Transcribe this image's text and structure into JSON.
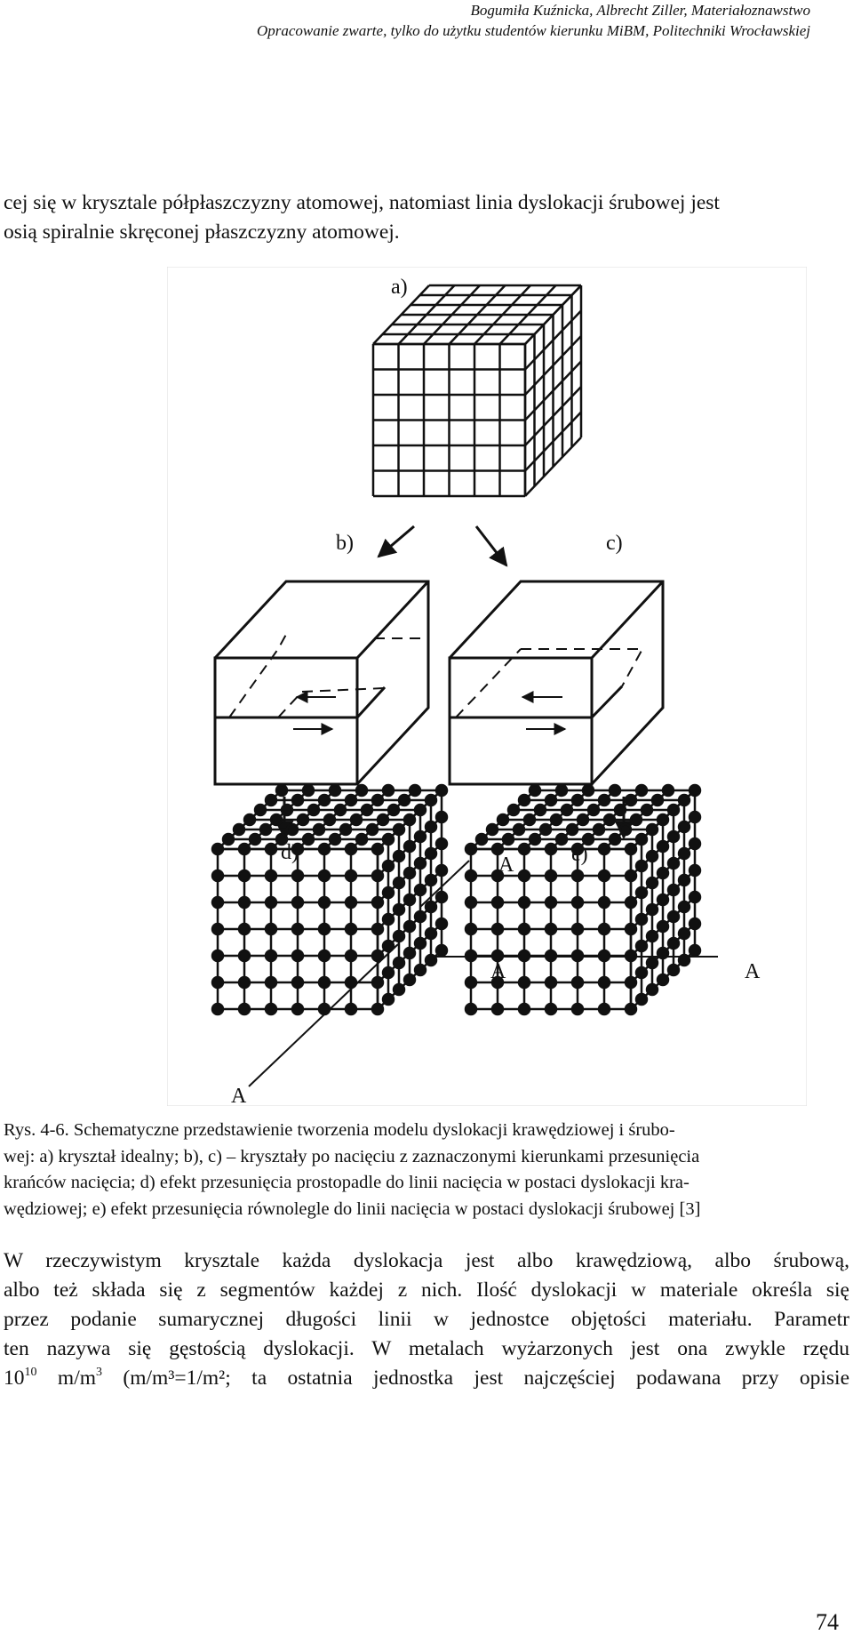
{
  "header": {
    "line1": "Bogumiła Kuźnicka, Albrecht Ziller, Materiałoznawstwo",
    "line2": "Opracowanie zwarte, tylko do użytku studentów kierunku MiBM, Politechniki Wrocławskiej"
  },
  "para1": {
    "line1": "cej się w krysztale półpłaszczyzny atomowej, natomiast linia dyslokacji śrubowej jest",
    "line2": "osią spiralnie skręconej płaszczyzny atomowej."
  },
  "figure": {
    "label_a": "a)",
    "label_b": "b)",
    "label_c": "c)",
    "label_d": "d)",
    "label_e": "e)",
    "label_A1": "A",
    "label_A2": "A",
    "label_A3": "A",
    "label_A4": "A"
  },
  "caption": {
    "line1": "Rys. 4-6. Schematyczne przedstawienie tworzenia modelu dyslokacji krawędziowej i śrubo-",
    "line2": "wej: a) kryształ idealny; b), c) – kryształy po nacięciu z zaznaczonymi kierunkami przesunięcia",
    "line3": "krańców nacięcia; d) efekt przesunięcia prostopadle do linii nacięcia w postaci dyslokacji kra-",
    "line4": "wędziowej; e) efekt przesunięcia równolegle do linii nacięcia w postaci dyslokacji śrubowej [3]"
  },
  "para2": {
    "line1": "W rzeczywistym krysztale każda dyslokacja jest albo krawędziową, albo śrubową,",
    "line2": "albo też składa się z segmentów każdej z nich. Ilość dyslokacji w materiale określa się",
    "line3": "przez podanie sumarycznej długości linii w jednostce objętości materiału. Parametr",
    "line4": "ten nazywa się gęstością dyslokacji. W metalach wyżarzonych jest ona zwykle rzędu",
    "line5_base": "10",
    "line5_exp": "10",
    "line5_unit": " m/m",
    "line5_unit_exp": "3",
    "line5_rest": " (m/m³=1/m²; ta ostatnia jednostka jest najczęściej podawana przy opisie"
  },
  "page_number": "74"
}
